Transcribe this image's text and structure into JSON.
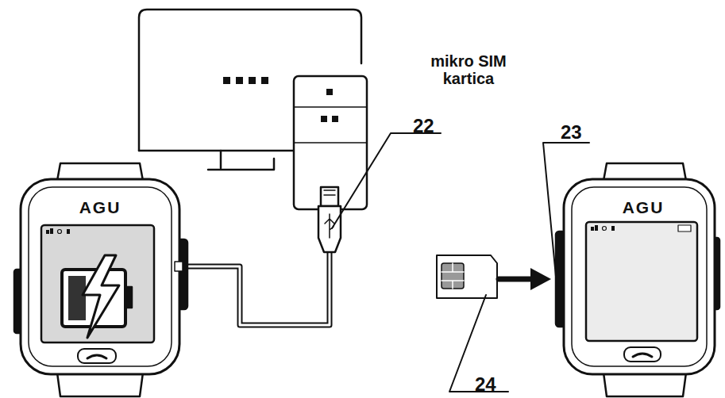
{
  "diagram": {
    "labels": [
      "AGU",
      "22",
      "mikro SIM kartica",
      "23",
      "AGU",
      "24"
    ]
  }
}
